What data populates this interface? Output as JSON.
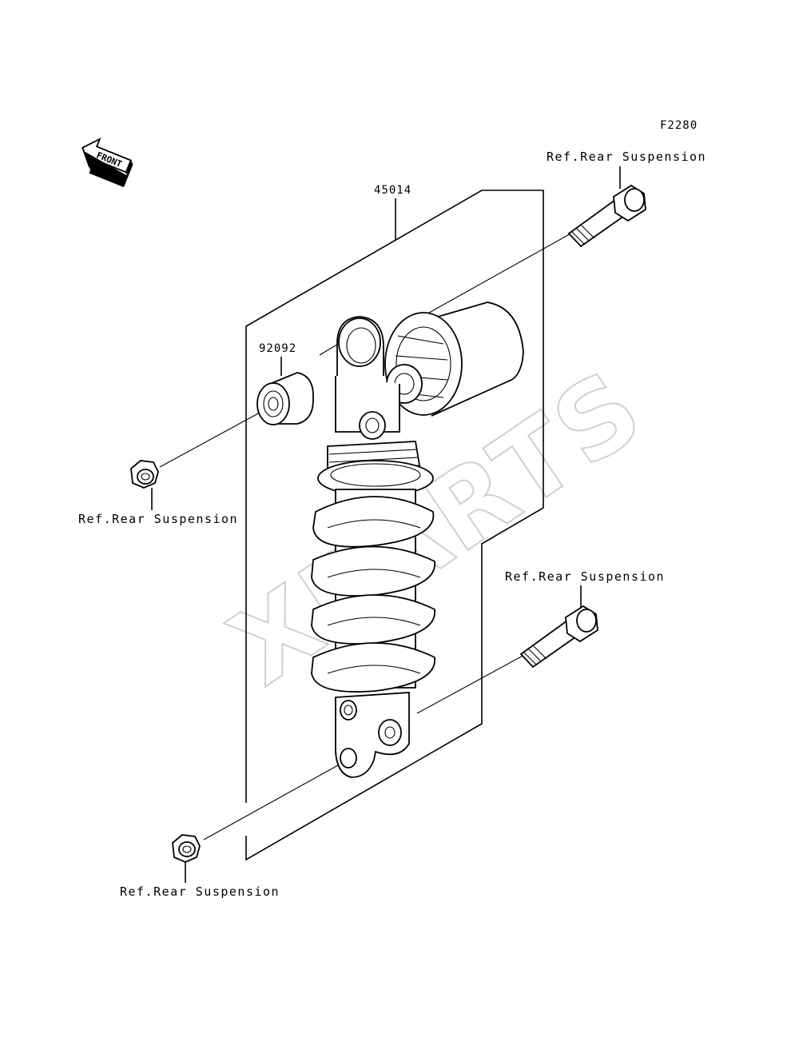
{
  "diagram": {
    "figure_code": "F2280",
    "front_arrow_label": "FRONT",
    "watermark": "XPARTS",
    "parts": [
      {
        "part_number": "45014"
      },
      {
        "part_number": "92092"
      }
    ],
    "references": [
      {
        "label": "Ref.Rear Suspension"
      },
      {
        "label": "Ref.Rear Suspension"
      },
      {
        "label": "Ref.Rear Suspension"
      },
      {
        "label": "Ref.Rear Suspension"
      }
    ],
    "colors": {
      "line": "#000000",
      "background": "#ffffff",
      "watermark": "#cfcfcf"
    }
  }
}
